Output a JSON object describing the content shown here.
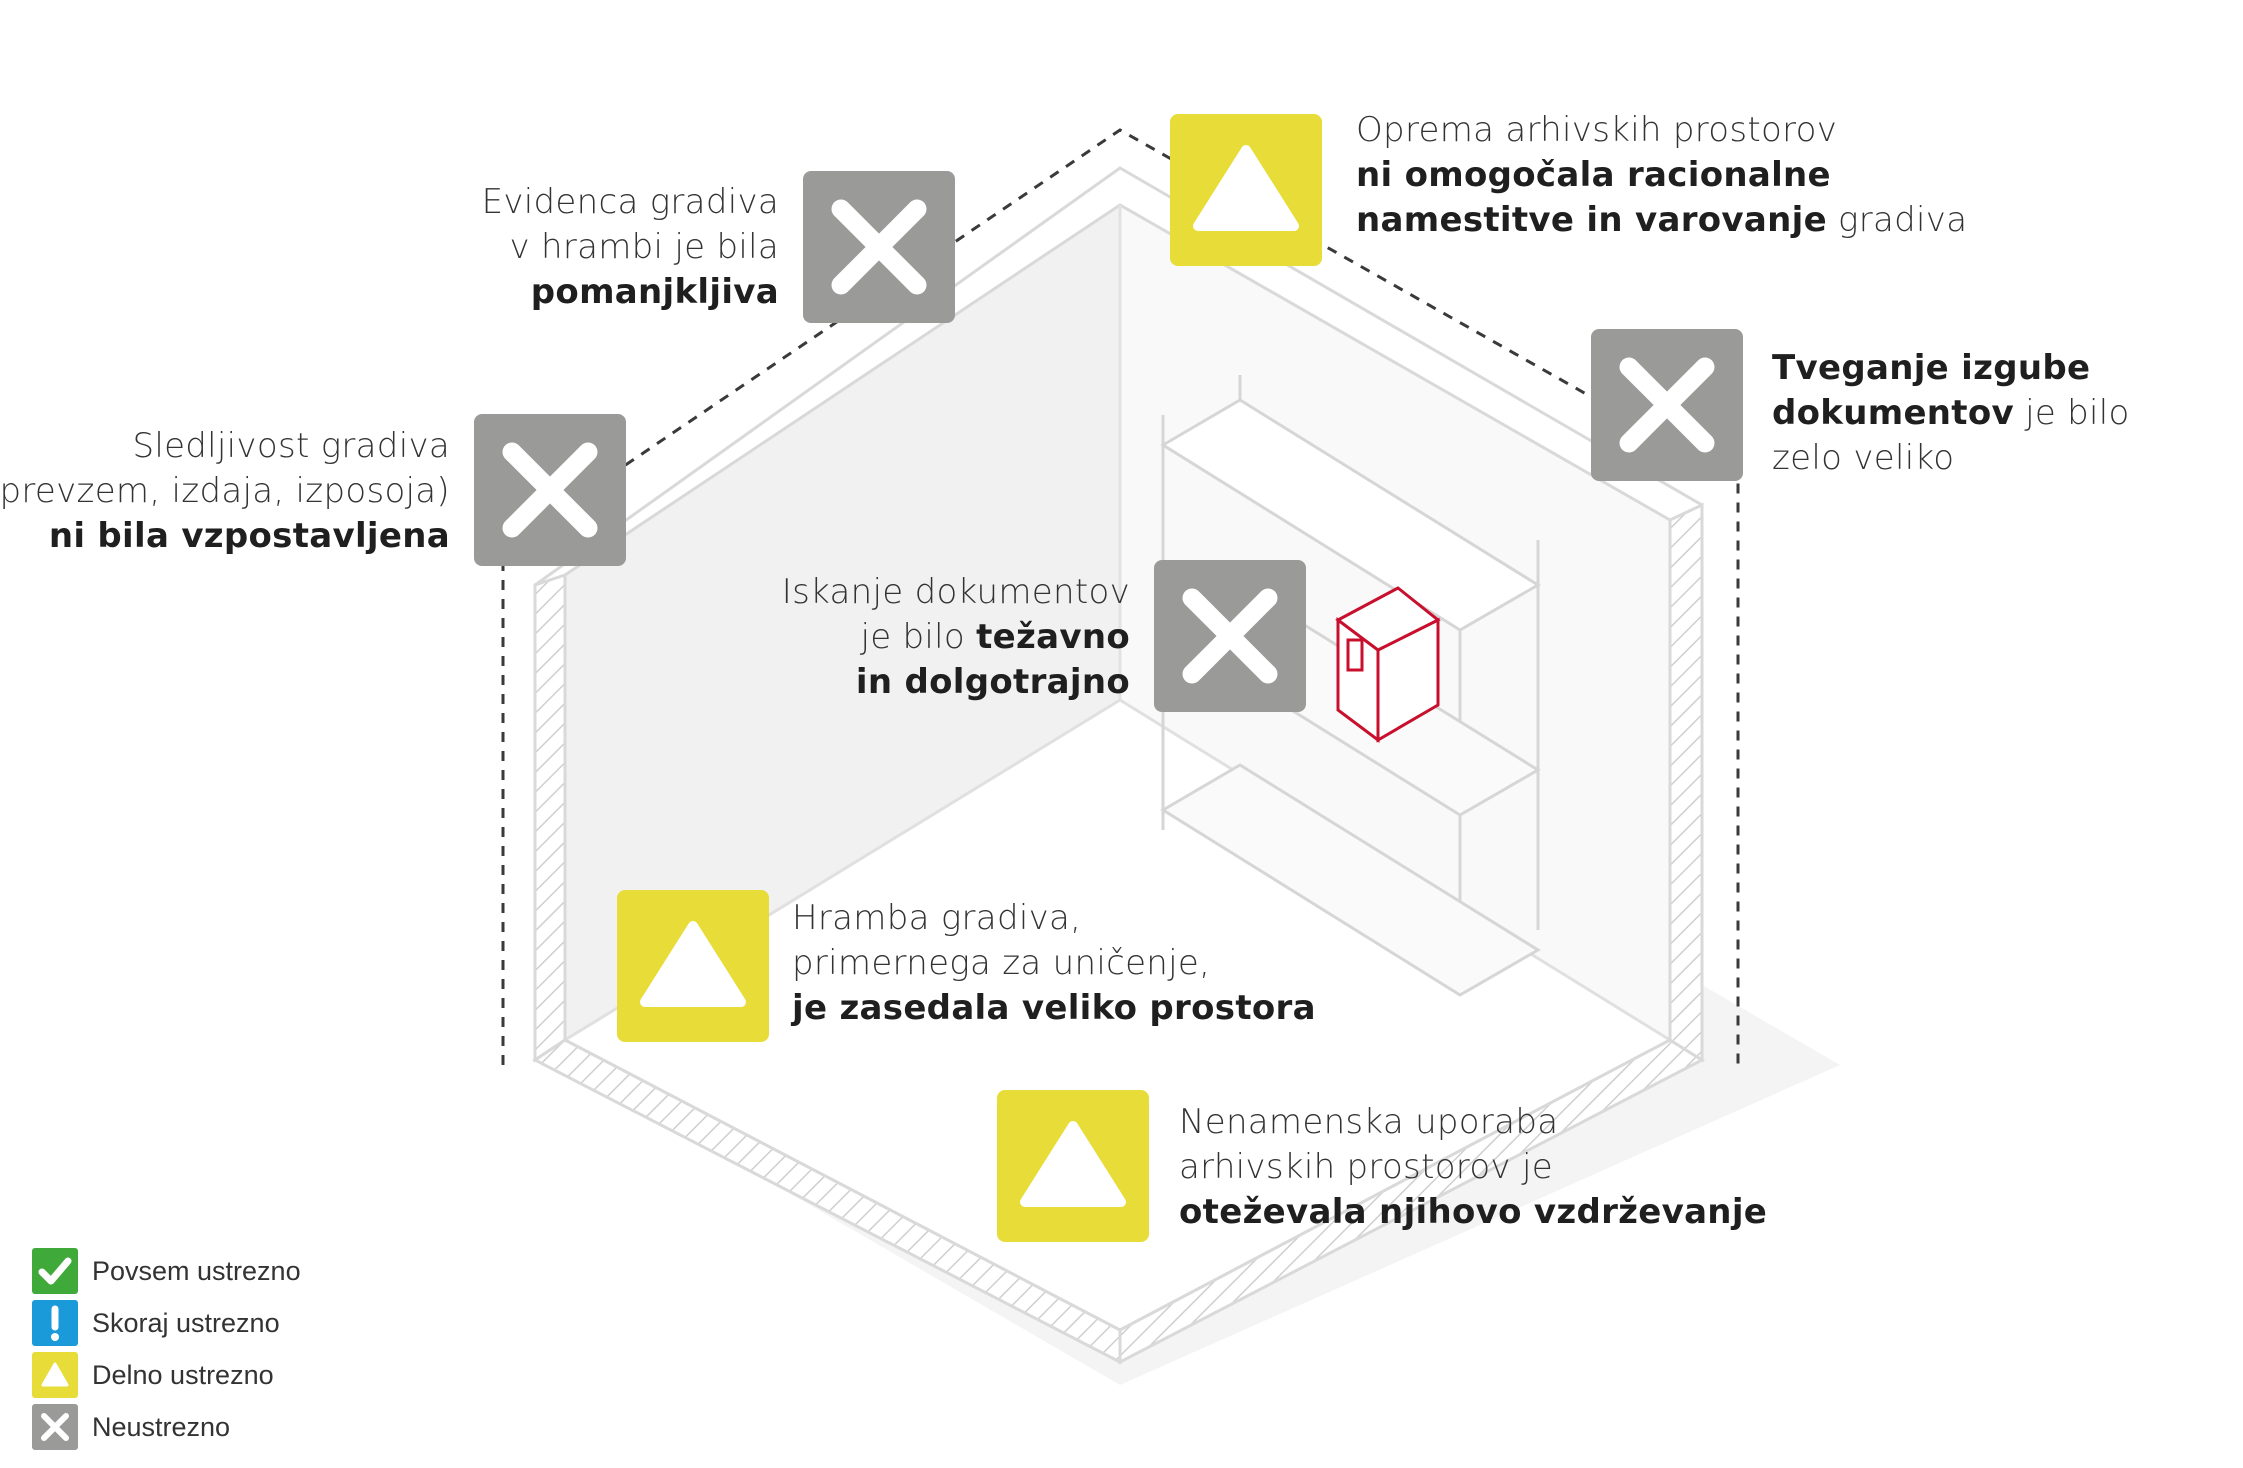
{
  "colors": {
    "grey_badge": "#9a9a99",
    "yellow_badge": "#e7dc38",
    "green_badge": "#3faa3a",
    "blue_badge": "#1a9ad9",
    "binder": "#c8102e",
    "structure_line": "#d9d9d9",
    "dashed_line": "#3a3a3a"
  },
  "items": [
    {
      "id": "evidenca",
      "status": "neustrezno",
      "icon": "cross-icon",
      "lines": [
        [
          {
            "t": "Evidenca gradiva",
            "b": false
          }
        ],
        [
          {
            "t": "v hrambi je bila",
            "b": false
          }
        ],
        [
          {
            "t": "pomanjkljiva",
            "b": true
          }
        ]
      ]
    },
    {
      "id": "oprema",
      "status": "delno-ustrezno",
      "icon": "triangle-icon",
      "lines": [
        [
          {
            "t": "Oprema arhivskih prostorov",
            "b": false
          }
        ],
        [
          {
            "t": "ni omogočala racionalne",
            "b": true
          }
        ],
        [
          {
            "t": "namestitve in varovanje",
            "b": true
          },
          {
            "t": " gradiva",
            "b": false
          }
        ]
      ]
    },
    {
      "id": "tveganje",
      "status": "neustrezno",
      "icon": "cross-icon",
      "lines": [
        [
          {
            "t": "Tveganje izgube",
            "b": true
          }
        ],
        [
          {
            "t": "dokumentov",
            "b": true
          },
          {
            "t": " je bilo",
            "b": false
          }
        ],
        [
          {
            "t": "zelo veliko",
            "b": false
          }
        ]
      ]
    },
    {
      "id": "sledljivost",
      "status": "neustrezno",
      "icon": "cross-icon",
      "lines": [
        [
          {
            "t": "Sledljivost gradiva",
            "b": false
          }
        ],
        [
          {
            "t": "(prevzem, izdaja, izposoja)",
            "b": false
          }
        ],
        [
          {
            "t": "ni bila vzpostavljena",
            "b": true
          }
        ]
      ]
    },
    {
      "id": "iskanje",
      "status": "neustrezno",
      "icon": "cross-icon",
      "lines": [
        [
          {
            "t": "Iskanje dokumentov",
            "b": false
          }
        ],
        [
          {
            "t": "je bilo ",
            "b": false
          },
          {
            "t": "težavno",
            "b": true
          }
        ],
        [
          {
            "t": "in dolgotrajno",
            "b": true
          }
        ]
      ]
    },
    {
      "id": "hramba",
      "status": "delno-ustrezno",
      "icon": "triangle-icon",
      "lines": [
        [
          {
            "t": "Hramba gradiva,",
            "b": false
          }
        ],
        [
          {
            "t": "primernega za uničenje,",
            "b": false
          }
        ],
        [
          {
            "t": "je zasedala veliko prostora",
            "b": true
          }
        ]
      ]
    },
    {
      "id": "nenamenska",
      "status": "delno-ustrezno",
      "icon": "triangle-icon",
      "lines": [
        [
          {
            "t": "Nenamenska uporaba",
            "b": false
          }
        ],
        [
          {
            "t": "arhivskih prostorov je",
            "b": false
          }
        ],
        [
          {
            "t": "oteževala njihovo vzdrževanje",
            "b": true
          }
        ]
      ]
    }
  ],
  "legend": [
    {
      "label": "Povsem ustrezno",
      "icon": "check-icon",
      "color": "#3faa3a"
    },
    {
      "label": "Skoraj ustrezno",
      "icon": "exclamation-icon",
      "color": "#1a9ad9"
    },
    {
      "label": "Delno ustrezno",
      "icon": "triangle-icon",
      "color": "#e7dc38"
    },
    {
      "label": "Neustrezno",
      "icon": "cross-icon",
      "color": "#9a9a99"
    }
  ]
}
